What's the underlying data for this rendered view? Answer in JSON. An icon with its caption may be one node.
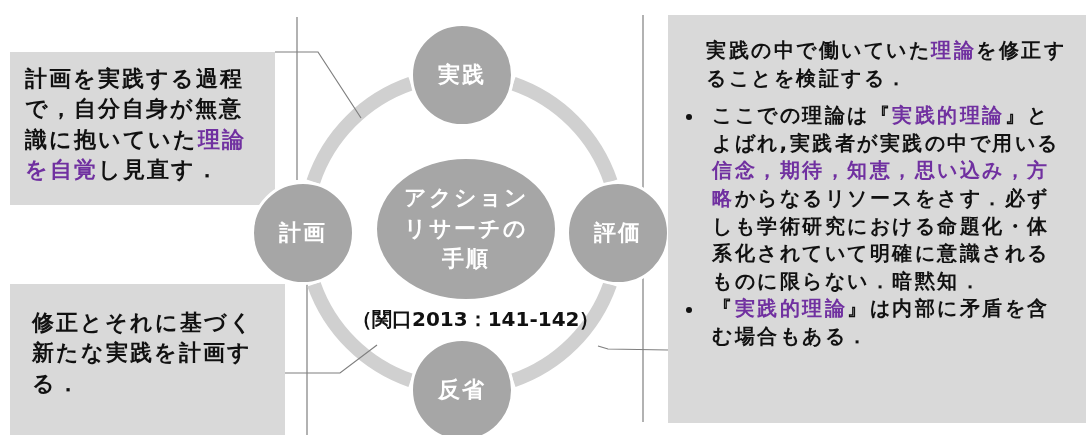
{
  "diagram": {
    "nodes": [
      {
        "text": [
          "計画を実践する過程で，自分自身が無意識に抱いていた**理論を自覚**し見直す．"
        ]
      },
      {
        "text": [
          "実践"
        ]
      },
      {
        "text": [
          "アクションリサーチの手順"
        ]
      },
      {
        "text": [
          "計画"
        ]
      },
      {
        "text": [
          "評価"
        ]
      },
      {
        "text": [
          "修正とそれに基づく新たな実践を計画する．"
        ]
      },
      {
        "text": [
          "実践の中で働いていた**理論**を修正することを検証する．",
          "ここでの理論は『**実践的理論**』とよばれ,実践者が実践の中で用いる**信念，期待，知恵，思い込み，方略**からなるリソースをさす．必ずしも学術研究における命題化・体系化されていて明確に意識されるものに限らない．暗黙知．",
          "『**実践的理論**』は内部に矛盾を含む場合もある．"
        ]
      },
      {
        "text": [
          "反省"
        ]
      }
    ],
    "edges": [
      {
        "from": 1,
        "to": 4,
        "arrow": "none"
      },
      {
        "from": 4,
        "to": 7,
        "arrow": "none"
      },
      {
        "from": 7,
        "to": 3,
        "arrow": "none"
      },
      {
        "from": 3,
        "to": 1,
        "arrow": "none"
      },
      {
        "from": 0,
        "to": null,
        "arrow": "none",
        "color": "#7f7f7f"
      },
      {
        "from": 5,
        "to": null,
        "arrow": "none",
        "color": "#7f7f7f"
      },
      {
        "from": 6,
        "to": null,
        "arrow": "none",
        "color": "#7f7f7f"
      }
    ],
    "labels": [
      "（関口2013：141-142）"
    ]
  }
}
